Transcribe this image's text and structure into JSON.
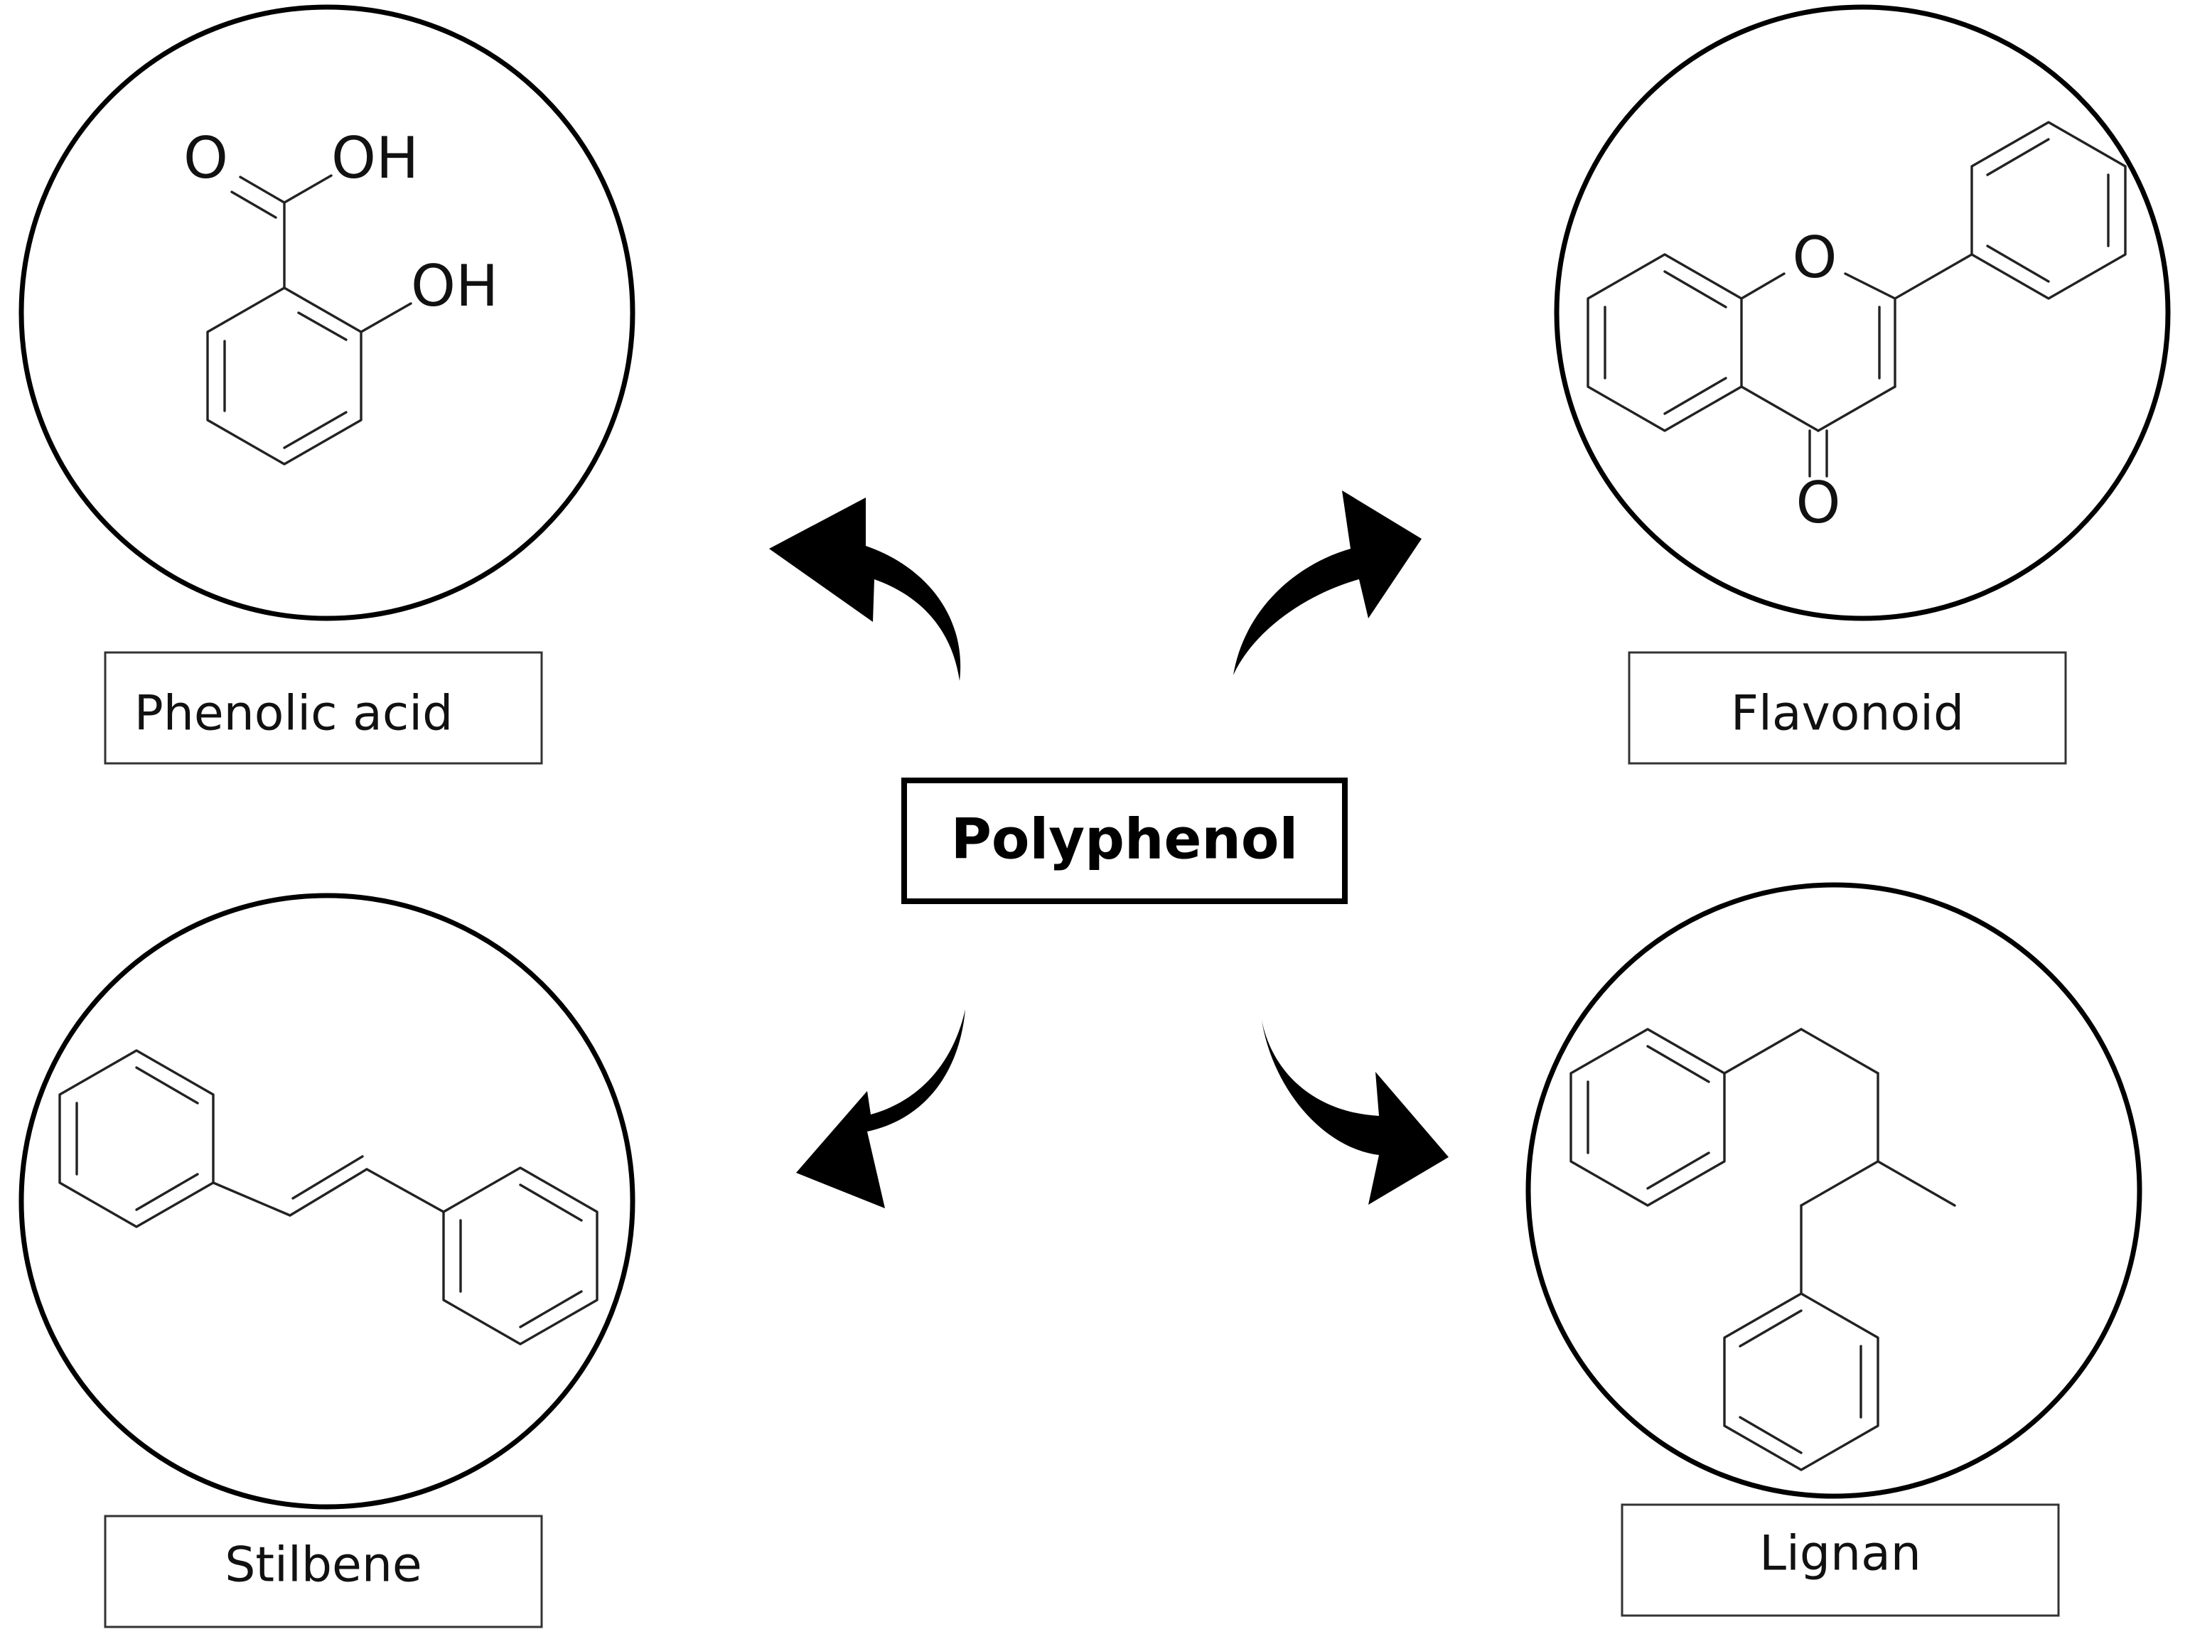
{
  "center": {
    "label": "Polyphenol"
  },
  "classes": [
    {
      "id": "phenolic-acid",
      "label": "Phenolic acid",
      "atoms": {
        "carbonyl_o": "O",
        "acid_oh": "OH",
        "ring_oh": "OH"
      }
    },
    {
      "id": "flavonoid",
      "label": "Flavonoid",
      "atoms": {
        "ring_o": "O",
        "keto_o": "O"
      }
    },
    {
      "id": "stilbene",
      "label": "Stilbene"
    },
    {
      "id": "lignan",
      "label": "Lignan"
    }
  ]
}
